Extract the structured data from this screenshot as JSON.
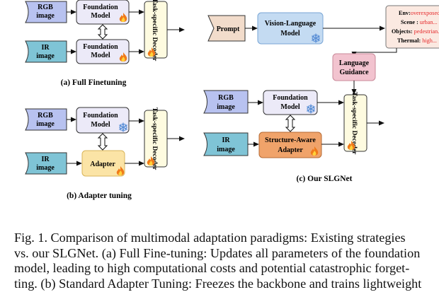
{
  "panels": {
    "a": {
      "title": "(a) Full Finetuning",
      "rgb": [
        "RGB",
        "image"
      ],
      "ir": [
        "IR",
        "image"
      ],
      "fm_top": [
        "Foundation",
        "Model"
      ],
      "fm_bottom": [
        "Foundation",
        "Model"
      ],
      "decoder": "Task-specific Decoder"
    },
    "b": {
      "title": "(b) Adapter tuning",
      "rgb": [
        "RGB",
        "image"
      ],
      "ir": [
        "IR",
        "image"
      ],
      "fm": [
        "Foundation",
        "Model"
      ],
      "adapter": "Adapter",
      "decoder": "Task-specific Decoder"
    },
    "c": {
      "title": "(c) Our SLGNet",
      "prompt": "Prompt",
      "vlm": [
        "Vision-Language",
        "Model"
      ],
      "env_card": [
        {
          "key": "Env",
          "sep": ":",
          "value": "overexposed..."
        },
        {
          "key": "Scene",
          "sep": " : ",
          "value": "urban..."
        },
        {
          "key": "Objects",
          "sep": ": ",
          "value": "pedestrian..."
        },
        {
          "key": "Thermal",
          "sep": ": ",
          "value": "high..."
        }
      ],
      "guidance": [
        "Language",
        "Guidance"
      ],
      "rgb": [
        "RGB",
        "image"
      ],
      "ir": [
        "IR",
        "image"
      ],
      "fm": [
        "Foundation",
        "Model"
      ],
      "sa_adapter": [
        "Structure-Aware",
        "Adapter"
      ],
      "decoder": "Task-specific Decoder"
    }
  },
  "icons": {
    "trainable": "flame-icon",
    "frozen": "snowflake-icon"
  },
  "colors": {
    "rgb_fill": "#b8c2f0",
    "ir_fill": "#7fc4d6",
    "fm_fill": "#eceaf8",
    "adapter_fill": "#fbe4a6",
    "sa_adapter_fill": "#f0a36a",
    "prompt_fill": "#f2dccb",
    "vlm_fill": "#c4dbf2",
    "guidance_fill": "#f2c3cf",
    "decoder_fill": "#fefbe0",
    "card_fill": "#fbe9e1",
    "card_value": "#e5292b"
  },
  "caption": [
    "Fig. 1.  Comparison of multimodal adaptation paradigms: Existing strategies",
    "vs. our SLGNet. (a) Full Fine-tuning: Updates all parameters of the foundation",
    "model, leading to high computational costs and potential catastrophic forget-",
    "ting. (b) Standard Adapter Tuning: Freezes the backbone and trains lightweight"
  ]
}
